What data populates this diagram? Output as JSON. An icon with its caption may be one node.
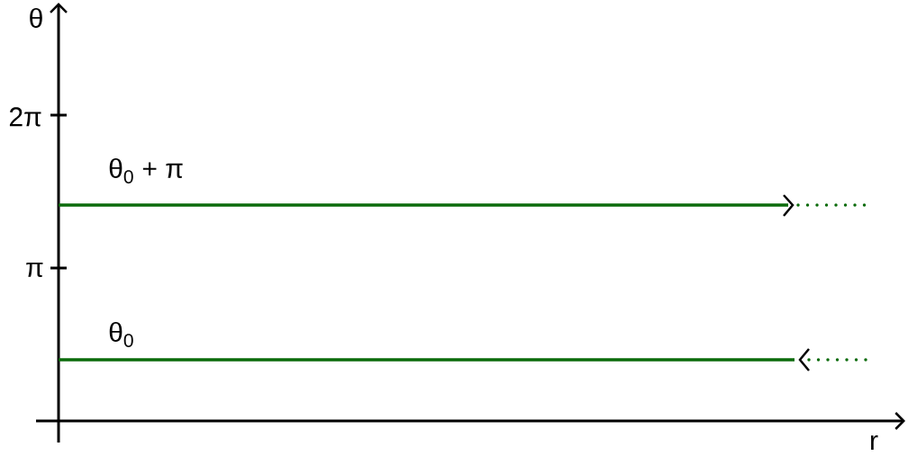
{
  "diagram": {
    "labels": [
      "θ",
      "2π",
      "θ$_{0}$ + π",
      "π",
      "θ$_{0}$",
      "r"
    ]
  }
}
